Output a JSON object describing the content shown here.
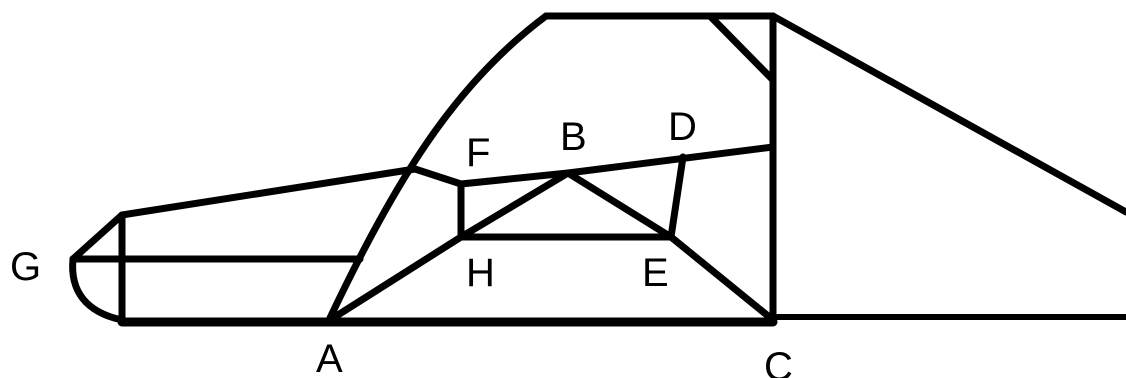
{
  "labels": {
    "A": "A",
    "B": "B",
    "C": "C",
    "D": "D",
    "E": "E",
    "F": "F",
    "G": "G",
    "H": "H"
  },
  "colors": {
    "stroke": "#000000",
    "background": "#ffffff"
  }
}
